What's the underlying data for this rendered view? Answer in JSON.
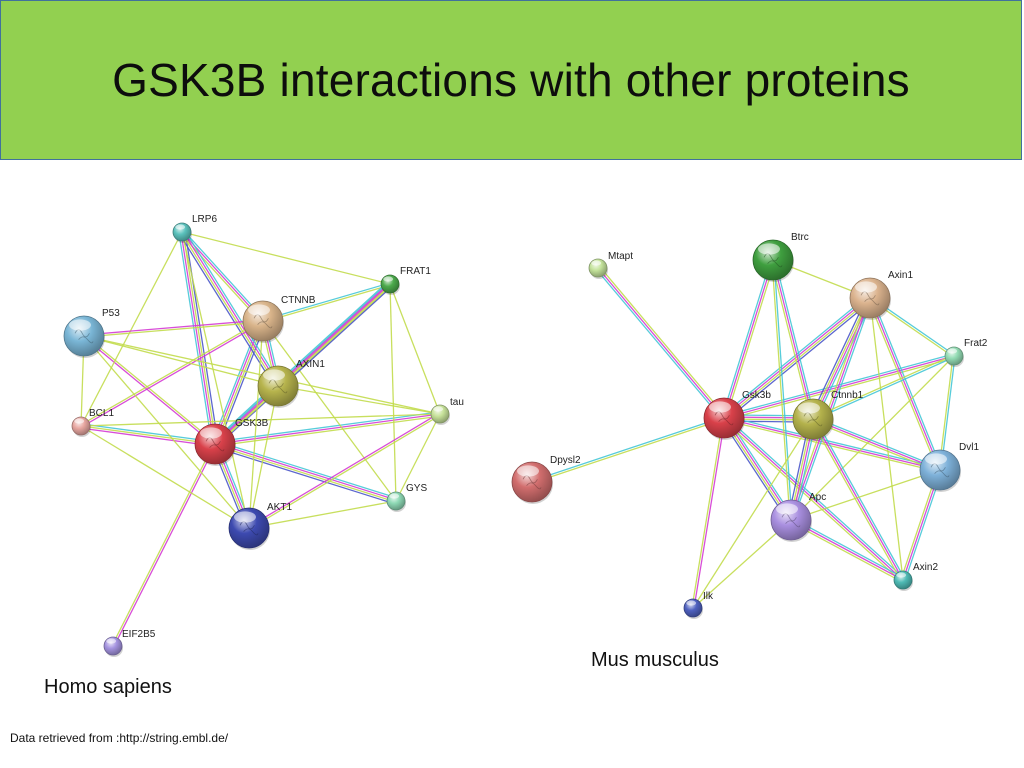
{
  "slide": {
    "title": "GSK3B interactions with other proteins",
    "source_note": "Data retrieved from :http://string.embl.de/"
  },
  "networks": [
    {
      "caption": "Homo sapiens",
      "nodes": [
        {
          "id": "LRP6",
          "label": "LRP6",
          "color": "#5bc2bd",
          "size": "small"
        },
        {
          "id": "FRAT1",
          "label": "FRAT1",
          "color": "#4caa4c",
          "size": "small"
        },
        {
          "id": "CTNNB",
          "label": "CTNNB",
          "color": "#d9b48a",
          "size": "large"
        },
        {
          "id": "P53",
          "label": "P53",
          "color": "#7ab6d6",
          "size": "large"
        },
        {
          "id": "AXIN1",
          "label": "AXIN1",
          "color": "#b7b44d",
          "size": "large"
        },
        {
          "id": "tau",
          "label": "tau",
          "color": "#c7e29a",
          "size": "small"
        },
        {
          "id": "BCL1",
          "label": "BCL1",
          "color": "#e8a7a1",
          "size": "small"
        },
        {
          "id": "GSK3B",
          "label": "GSK3B",
          "color": "#d9414a",
          "size": "large"
        },
        {
          "id": "GYS",
          "label": "GYS",
          "color": "#8ed9b5",
          "size": "small"
        },
        {
          "id": "AKT1",
          "label": "AKT1",
          "color": "#3d4ab0",
          "size": "large"
        },
        {
          "id": "EIF2B5",
          "label": "EIF2B5",
          "color": "#a594e0",
          "size": "small"
        }
      ],
      "edges": [
        {
          "from": "GSK3B",
          "to": "LRP6",
          "types": [
            "cyan",
            "magenta",
            "yellow",
            "blue"
          ]
        },
        {
          "from": "GSK3B",
          "to": "CTNNB",
          "types": [
            "cyan",
            "magenta",
            "yellow",
            "blue"
          ]
        },
        {
          "from": "GSK3B",
          "to": "AXIN1",
          "types": [
            "cyan",
            "magenta",
            "yellow",
            "blue"
          ]
        },
        {
          "from": "GSK3B",
          "to": "P53",
          "types": [
            "magenta",
            "yellow"
          ]
        },
        {
          "from": "GSK3B",
          "to": "BCL1",
          "types": [
            "magenta",
            "yellow",
            "cyan"
          ]
        },
        {
          "from": "GSK3B",
          "to": "FRAT1",
          "types": [
            "cyan",
            "magenta",
            "yellow"
          ]
        },
        {
          "from": "GSK3B",
          "to": "tau",
          "types": [
            "cyan",
            "magenta",
            "yellow"
          ]
        },
        {
          "from": "GSK3B",
          "to": "GYS",
          "types": [
            "cyan",
            "magenta",
            "yellow",
            "blue"
          ]
        },
        {
          "from": "GSK3B",
          "to": "AKT1",
          "types": [
            "cyan",
            "magenta",
            "yellow",
            "blue"
          ]
        },
        {
          "from": "GSK3B",
          "to": "EIF2B5",
          "types": [
            "magenta",
            "yellow"
          ]
        },
        {
          "from": "LRP6",
          "to": "CTNNB",
          "types": [
            "cyan",
            "magenta",
            "yellow"
          ]
        },
        {
          "from": "LRP6",
          "to": "AXIN1",
          "types": [
            "cyan",
            "magenta",
            "yellow",
            "blue"
          ]
        },
        {
          "from": "LRP6",
          "to": "FRAT1",
          "types": [
            "yellow"
          ]
        },
        {
          "from": "LRP6",
          "to": "BCL1",
          "types": [
            "yellow"
          ]
        },
        {
          "from": "LRP6",
          "to": "AKT1",
          "types": [
            "yellow"
          ]
        },
        {
          "from": "CTNNB",
          "to": "AXIN1",
          "types": [
            "cyan",
            "magenta",
            "yellow"
          ]
        },
        {
          "from": "CTNNB",
          "to": "FRAT1",
          "types": [
            "cyan",
            "yellow"
          ]
        },
        {
          "from": "CTNNB",
          "to": "P53",
          "types": [
            "yellow",
            "magenta"
          ]
        },
        {
          "from": "CTNNB",
          "to": "BCL1",
          "types": [
            "magenta",
            "yellow"
          ]
        },
        {
          "from": "CTNNB",
          "to": "AKT1",
          "types": [
            "yellow"
          ]
        },
        {
          "from": "CTNNB",
          "to": "GYS",
          "types": [
            "yellow"
          ]
        },
        {
          "from": "AXIN1",
          "to": "FRAT1",
          "types": [
            "cyan",
            "magenta",
            "yellow",
            "blue"
          ]
        },
        {
          "from": "AXIN1",
          "to": "P53",
          "types": [
            "yellow"
          ]
        },
        {
          "from": "AXIN1",
          "to": "tau",
          "types": [
            "yellow"
          ]
        },
        {
          "from": "AXIN1",
          "to": "AKT1",
          "types": [
            "yellow"
          ]
        },
        {
          "from": "FRAT1",
          "to": "tau",
          "types": [
            "yellow"
          ]
        },
        {
          "from": "FRAT1",
          "to": "GYS",
          "types": [
            "yellow"
          ]
        },
        {
          "from": "P53",
          "to": "BCL1",
          "types": [
            "yellow"
          ]
        },
        {
          "from": "P53",
          "to": "AKT1",
          "types": [
            "yellow"
          ]
        },
        {
          "from": "P53",
          "to": "tau",
          "types": [
            "yellow"
          ]
        },
        {
          "from": "BCL1",
          "to": "AKT1",
          "types": [
            "yellow"
          ]
        },
        {
          "from": "BCL1",
          "to": "tau",
          "types": [
            "yellow"
          ]
        },
        {
          "from": "AKT1",
          "to": "tau",
          "types": [
            "magenta",
            "yellow"
          ]
        },
        {
          "from": "AKT1",
          "to": "GYS",
          "types": [
            "yellow"
          ]
        },
        {
          "from": "tau",
          "to": "GYS",
          "types": [
            "yellow"
          ]
        }
      ]
    },
    {
      "caption": "Mus musculus",
      "nodes": [
        {
          "id": "Mtapt",
          "label": "Mtapt",
          "color": "#c4e39b",
          "size": "small"
        },
        {
          "id": "Btrc",
          "label": "Btrc",
          "color": "#3f9f3f",
          "size": "large"
        },
        {
          "id": "Axin1",
          "label": "Axin1",
          "color": "#dbb38e",
          "size": "large"
        },
        {
          "id": "Frat2",
          "label": "Frat2",
          "color": "#93dcb4",
          "size": "small"
        },
        {
          "id": "Gsk3b",
          "label": "Gsk3b",
          "color": "#d9414a",
          "size": "large"
        },
        {
          "id": "Ctnnb1",
          "label": "Ctnnb1",
          "color": "#b4b24c",
          "size": "large"
        },
        {
          "id": "Dpysl2",
          "label": "Dpysl2",
          "color": "#d26e6e",
          "size": "large"
        },
        {
          "id": "Dvl1",
          "label": "Dvl1",
          "color": "#7eb1d9",
          "size": "large"
        },
        {
          "id": "Apc",
          "label": "Apc",
          "color": "#a98fe0",
          "size": "large"
        },
        {
          "id": "Axin2",
          "label": "Axin2",
          "color": "#4fbbb5",
          "size": "small"
        },
        {
          "id": "Ilk",
          "label": "Ilk",
          "color": "#4f61c0",
          "size": "small"
        }
      ],
      "edges": [
        {
          "from": "Gsk3b",
          "to": "Mtapt",
          "types": [
            "cyan",
            "magenta",
            "yellow"
          ]
        },
        {
          "from": "Gsk3b",
          "to": "Btrc",
          "types": [
            "cyan",
            "magenta",
            "yellow"
          ]
        },
        {
          "from": "Gsk3b",
          "to": "Axin1",
          "types": [
            "cyan",
            "magenta",
            "yellow",
            "blue"
          ]
        },
        {
          "from": "Gsk3b",
          "to": "Frat2",
          "types": [
            "cyan",
            "magenta",
            "yellow"
          ]
        },
        {
          "from": "Gsk3b",
          "to": "Ctnnb1",
          "types": [
            "cyan",
            "magenta",
            "yellow",
            "blue"
          ]
        },
        {
          "from": "Gsk3b",
          "to": "Dpysl2",
          "types": [
            "yellow",
            "cyan"
          ]
        },
        {
          "from": "Gsk3b",
          "to": "Dvl1",
          "types": [
            "cyan",
            "magenta",
            "yellow"
          ]
        },
        {
          "from": "Gsk3b",
          "to": "Apc",
          "types": [
            "cyan",
            "magenta",
            "yellow",
            "blue"
          ]
        },
        {
          "from": "Gsk3b",
          "to": "Axin2",
          "types": [
            "cyan",
            "magenta",
            "yellow"
          ]
        },
        {
          "from": "Gsk3b",
          "to": "Ilk",
          "types": [
            "magenta",
            "yellow"
          ]
        },
        {
          "from": "Btrc",
          "to": "Ctnnb1",
          "types": [
            "cyan",
            "magenta",
            "yellow"
          ]
        },
        {
          "from": "Btrc",
          "to": "Apc",
          "types": [
            "cyan",
            "yellow"
          ]
        },
        {
          "from": "Btrc",
          "to": "Axin1",
          "types": [
            "yellow"
          ]
        },
        {
          "from": "Axin1",
          "to": "Ctnnb1",
          "types": [
            "cyan",
            "magenta",
            "yellow",
            "blue"
          ]
        },
        {
          "from": "Axin1",
          "to": "Apc",
          "types": [
            "cyan",
            "magenta",
            "yellow"
          ]
        },
        {
          "from": "Axin1",
          "to": "Dvl1",
          "types": [
            "cyan",
            "magenta",
            "yellow"
          ]
        },
        {
          "from": "Axin1",
          "to": "Frat2",
          "types": [
            "cyan",
            "yellow"
          ]
        },
        {
          "from": "Axin1",
          "to": "Axin2",
          "types": [
            "yellow"
          ]
        },
        {
          "from": "Frat2",
          "to": "Ctnnb1",
          "types": [
            "cyan",
            "yellow"
          ]
        },
        {
          "from": "Frat2",
          "to": "Dvl1",
          "types": [
            "cyan",
            "yellow"
          ]
        },
        {
          "from": "Frat2",
          "to": "Apc",
          "types": [
            "yellow"
          ]
        },
        {
          "from": "Ctnnb1",
          "to": "Apc",
          "types": [
            "cyan",
            "magenta",
            "yellow",
            "blue"
          ]
        },
        {
          "from": "Ctnnb1",
          "to": "Dvl1",
          "types": [
            "cyan",
            "magenta",
            "yellow"
          ]
        },
        {
          "from": "Ctnnb1",
          "to": "Axin2",
          "types": [
            "cyan",
            "magenta",
            "yellow"
          ]
        },
        {
          "from": "Ctnnb1",
          "to": "Ilk",
          "types": [
            "yellow"
          ]
        },
        {
          "from": "Apc",
          "to": "Dvl1",
          "types": [
            "yellow"
          ]
        },
        {
          "from": "Apc",
          "to": "Axin2",
          "types": [
            "cyan",
            "magenta",
            "yellow"
          ]
        },
        {
          "from": "Apc",
          "to": "Ilk",
          "types": [
            "yellow"
          ]
        },
        {
          "from": "Dvl1",
          "to": "Axin2",
          "types": [
            "cyan",
            "magenta",
            "yellow"
          ]
        }
      ]
    }
  ],
  "edge_colors": {
    "cyan": "#45c7d6",
    "magenta": "#d43bd4",
    "yellow": "#c2dc4c",
    "blue": "#4a55c9"
  }
}
